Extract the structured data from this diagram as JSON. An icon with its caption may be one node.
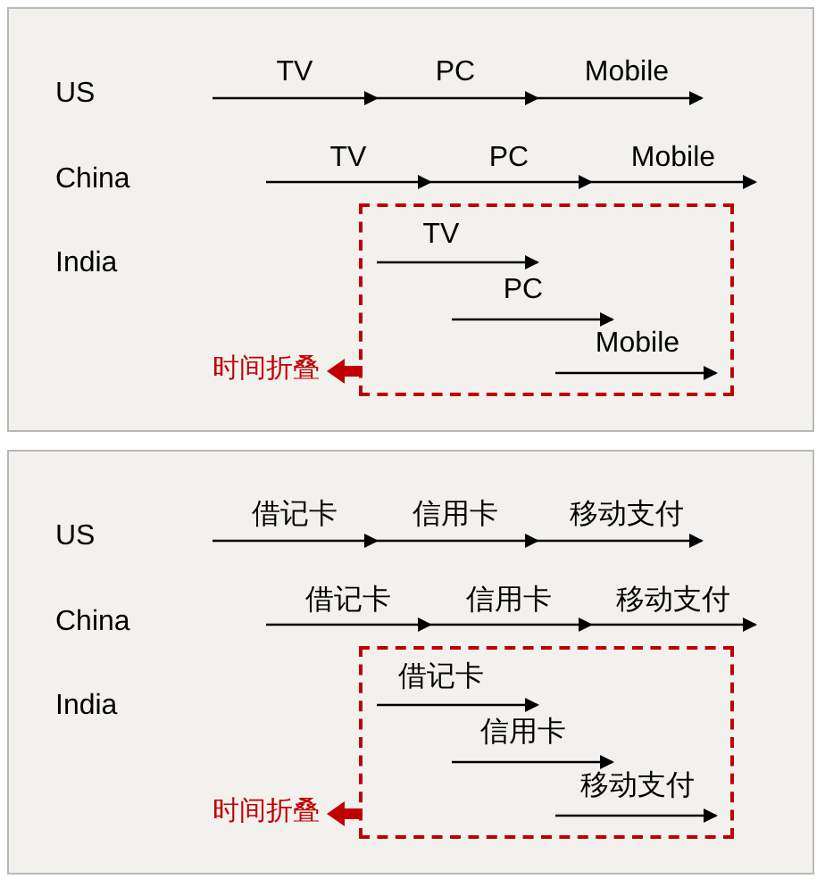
{
  "diagram": {
    "nodes": [
      {
        "text": [],
        "shape": "box"
      },
      {
        "text": [],
        "shape": "box",
        "in": 0
      },
      {
        "text": [
          "时间折叠"
        ],
        "in": 0
      },
      {
        "text": [],
        "shape": "box"
      },
      {
        "text": [],
        "shape": "box",
        "in": 3
      },
      {
        "text": [
          "时间折叠"
        ],
        "in": 3
      }
    ],
    "edges": [
      {
        "from": 1,
        "to": 2,
        "arrow": "to",
        "color": "#c00000"
      },
      {
        "from": 4,
        "to": 5,
        "arrow": "to",
        "color": "#c00000"
      }
    ],
    "labels": [
      "US",
      "TV",
      "PC",
      "Mobile",
      "China",
      "TV",
      "PC",
      "Mobile",
      "India",
      "TV",
      "PC",
      "Mobile",
      "US",
      "借记卡",
      "信用卡",
      "移动支付",
      "China",
      "借记卡",
      "信用卡",
      "移动支付",
      "India",
      "借记卡",
      "信用卡",
      "移动支付"
    ]
  }
}
